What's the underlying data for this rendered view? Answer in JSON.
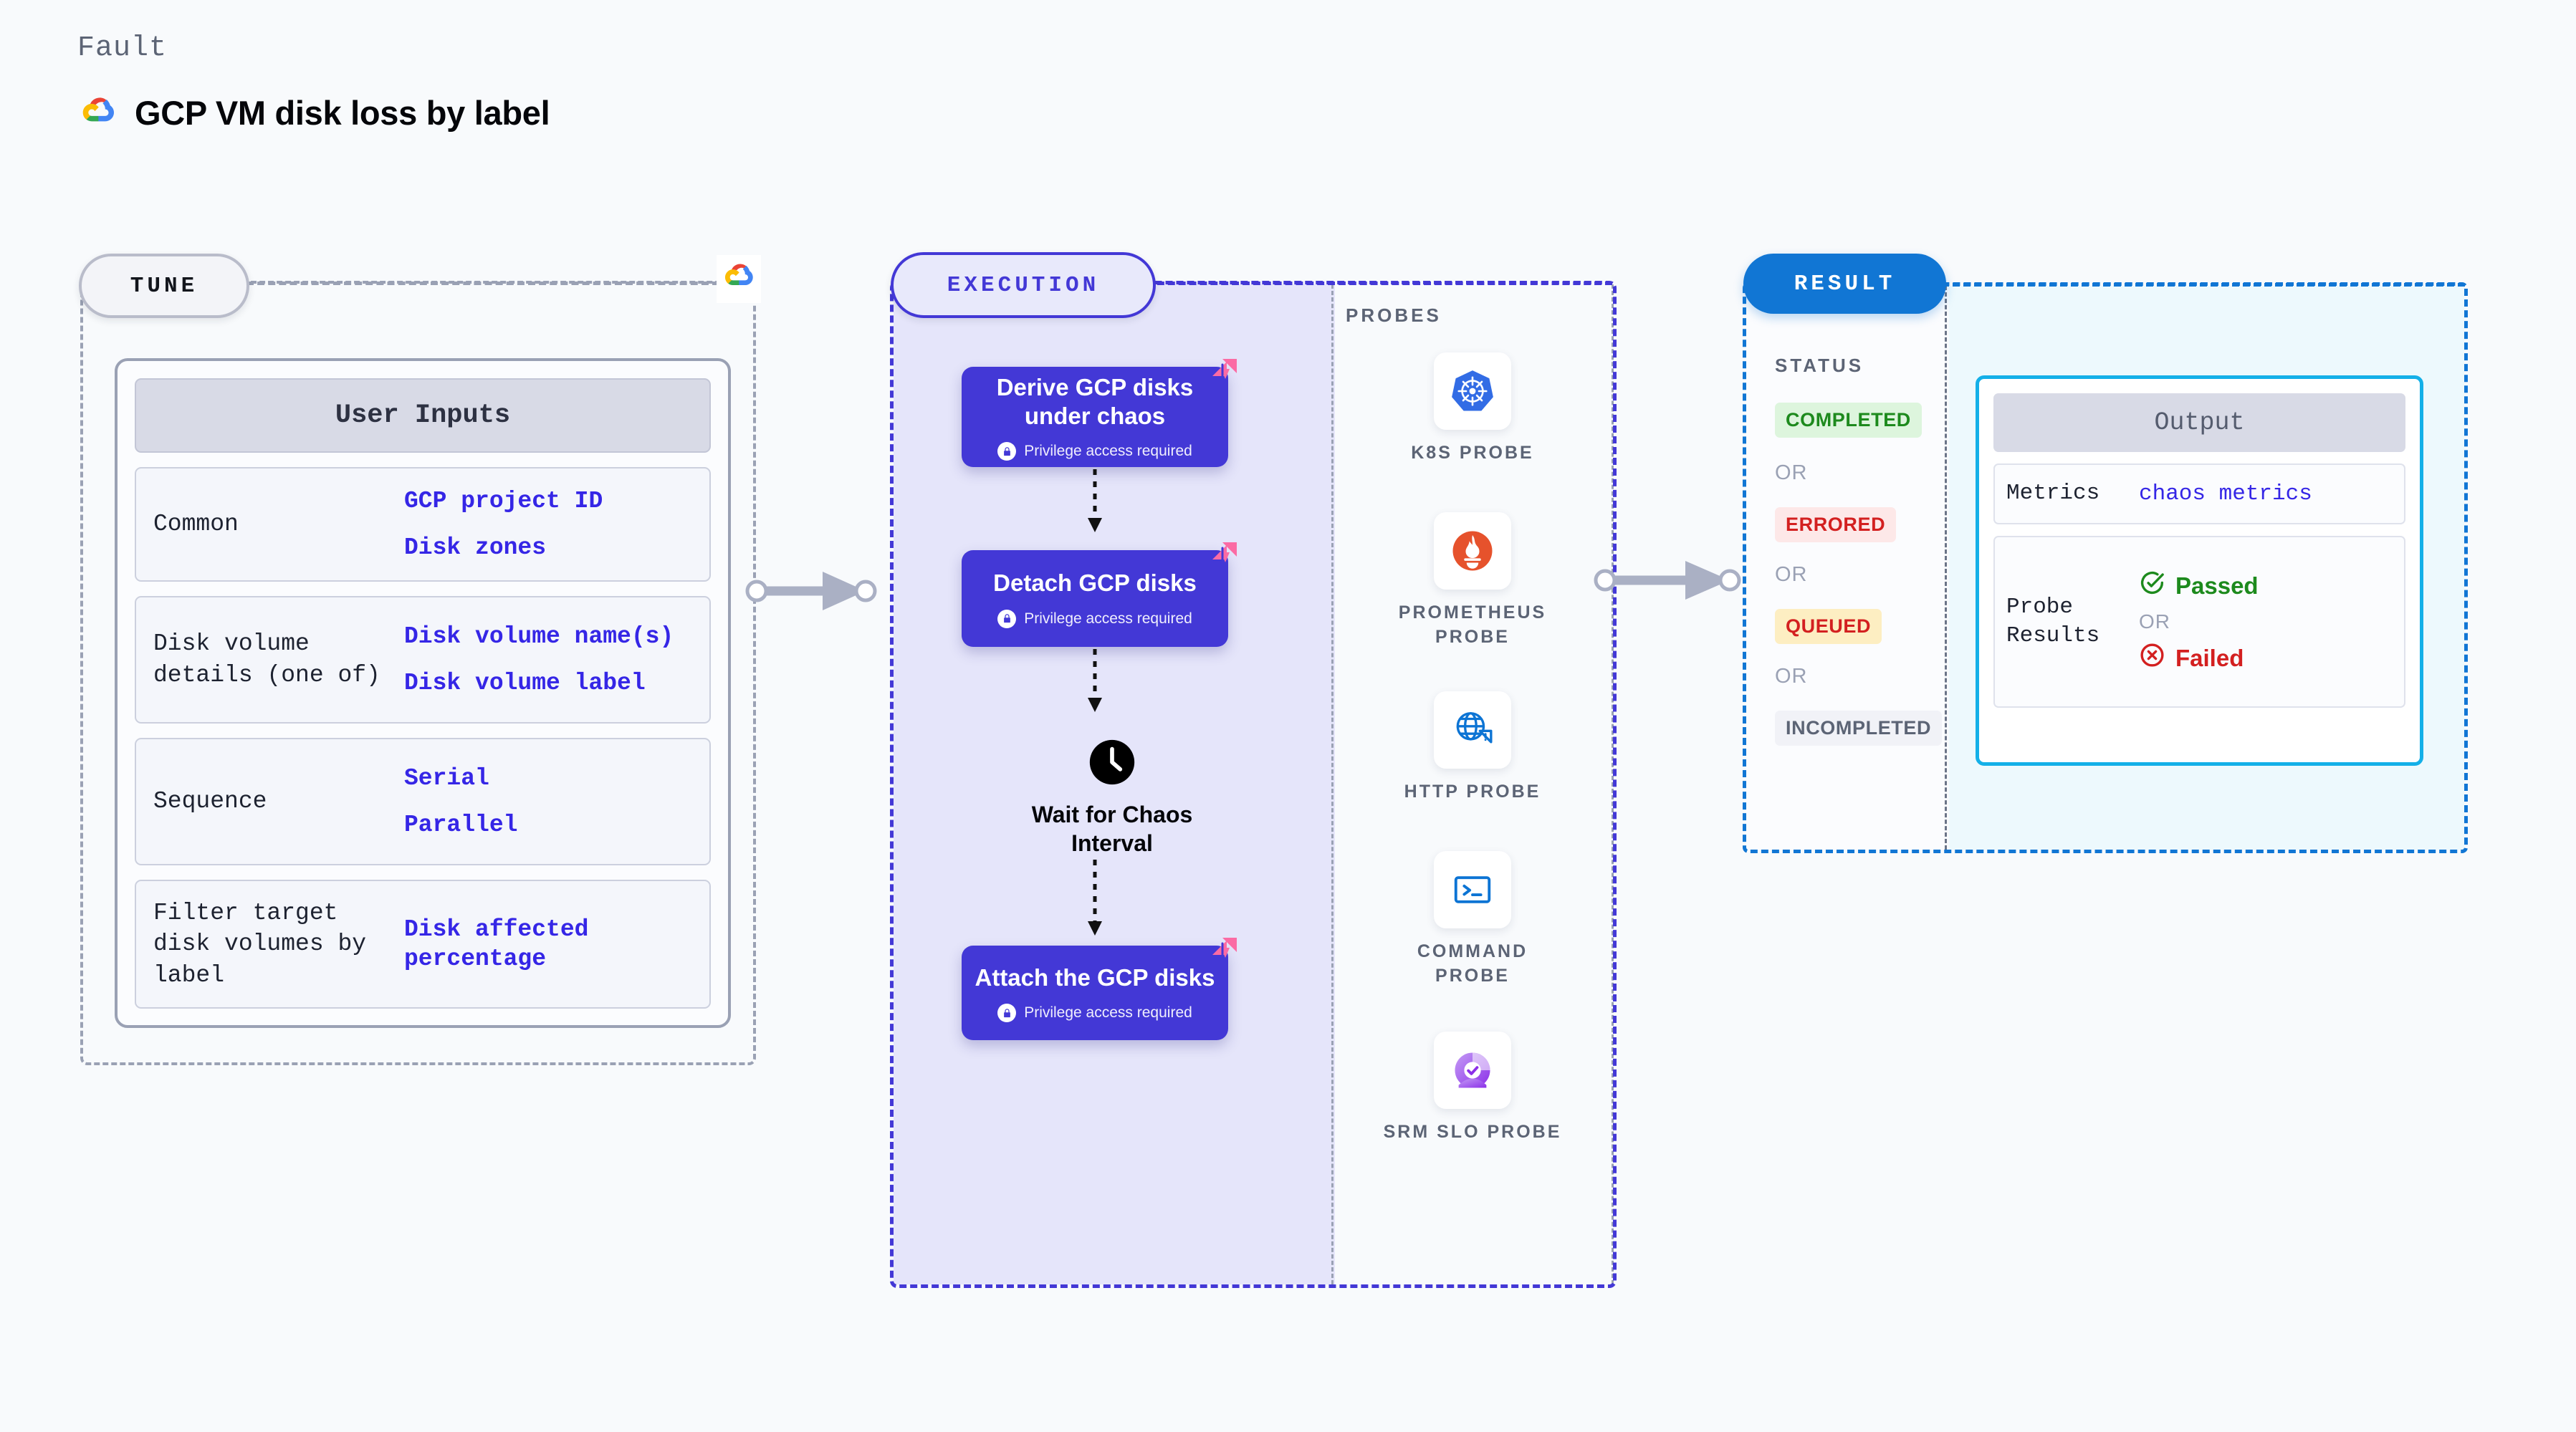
{
  "header": {
    "kicker": "Fault",
    "title": "GCP VM disk loss by label",
    "logo_icon": "gcp-logo-icon"
  },
  "tune": {
    "badge": "TUNE",
    "provider_icon": "gcp-logo-icon",
    "card_title": "User Inputs",
    "rows": [
      {
        "label": "Common",
        "values": [
          "GCP project ID",
          "Disk zones"
        ]
      },
      {
        "label": "Disk volume details (one of)",
        "values": [
          "Disk volume name(s)",
          "Disk volume label"
        ]
      },
      {
        "label": "Sequence",
        "values": [
          "Serial",
          "Parallel"
        ]
      },
      {
        "label": "Filter target disk volumes by label",
        "values": [
          "Disk affected percentage"
        ]
      }
    ]
  },
  "execution": {
    "badge": "EXECUTION",
    "privilege_note": "Privilege access required",
    "lock_icon": "lock-icon",
    "flag_icon": "litmus-flag-icon",
    "clock_icon": "clock-icon",
    "nodes": [
      {
        "title": "Derive GCP disks under chaos",
        "has_privilege": true,
        "has_flag": true
      },
      {
        "title": "Detach GCP disks",
        "has_privilege": true,
        "has_flag": true
      },
      {
        "title": "Attach the GCP disks",
        "has_privilege": true,
        "has_flag": true
      }
    ],
    "wait_node": {
      "title": "Wait for Chaos Interval"
    }
  },
  "probes": {
    "title": "PROBES",
    "items": [
      {
        "name": "K8S PROBE",
        "icon": "kubernetes-icon"
      },
      {
        "name": "PROMETHEUS PROBE",
        "icon": "prometheus-icon"
      },
      {
        "name": "HTTP PROBE",
        "icon": "http-globe-warning-icon"
      },
      {
        "name": "COMMAND PROBE",
        "icon": "terminal-icon"
      },
      {
        "name": "SRM SLO PROBE",
        "icon": "srm-slo-icon"
      }
    ]
  },
  "result": {
    "badge": "RESULT",
    "status_title": "STATUS",
    "or_label": "OR",
    "statuses": [
      {
        "label": "COMPLETED",
        "bg": "#ddf5dd",
        "fg": "#1d8a1d"
      },
      {
        "label": "ERRORED",
        "bg": "#fde8e8",
        "fg": "#d32020"
      },
      {
        "label": "QUEUED",
        "bg": "#fdeec2",
        "fg": "#d32020"
      },
      {
        "label": "INCOMPLETED",
        "bg": "#f1f2f7",
        "fg": "#5c6475"
      }
    ],
    "output": {
      "title": "Output",
      "metrics_label": "Metrics",
      "metrics_value": "chaos metrics",
      "probe_results_label": "Probe Results",
      "passed_label": "Passed",
      "failed_label": "Failed",
      "passed_icon": "check-circle-icon",
      "failed_icon": "x-circle-icon",
      "or_label": "OR"
    }
  },
  "colors": {
    "accent_indigo": "#4338d6",
    "accent_blue": "#1176d4",
    "accent_cyan": "#14b0e8",
    "link_blue": "#3526e6",
    "flag_pink": "#fb6ba4",
    "pass_green": "#1d8a1d",
    "fail_red": "#d32020"
  }
}
